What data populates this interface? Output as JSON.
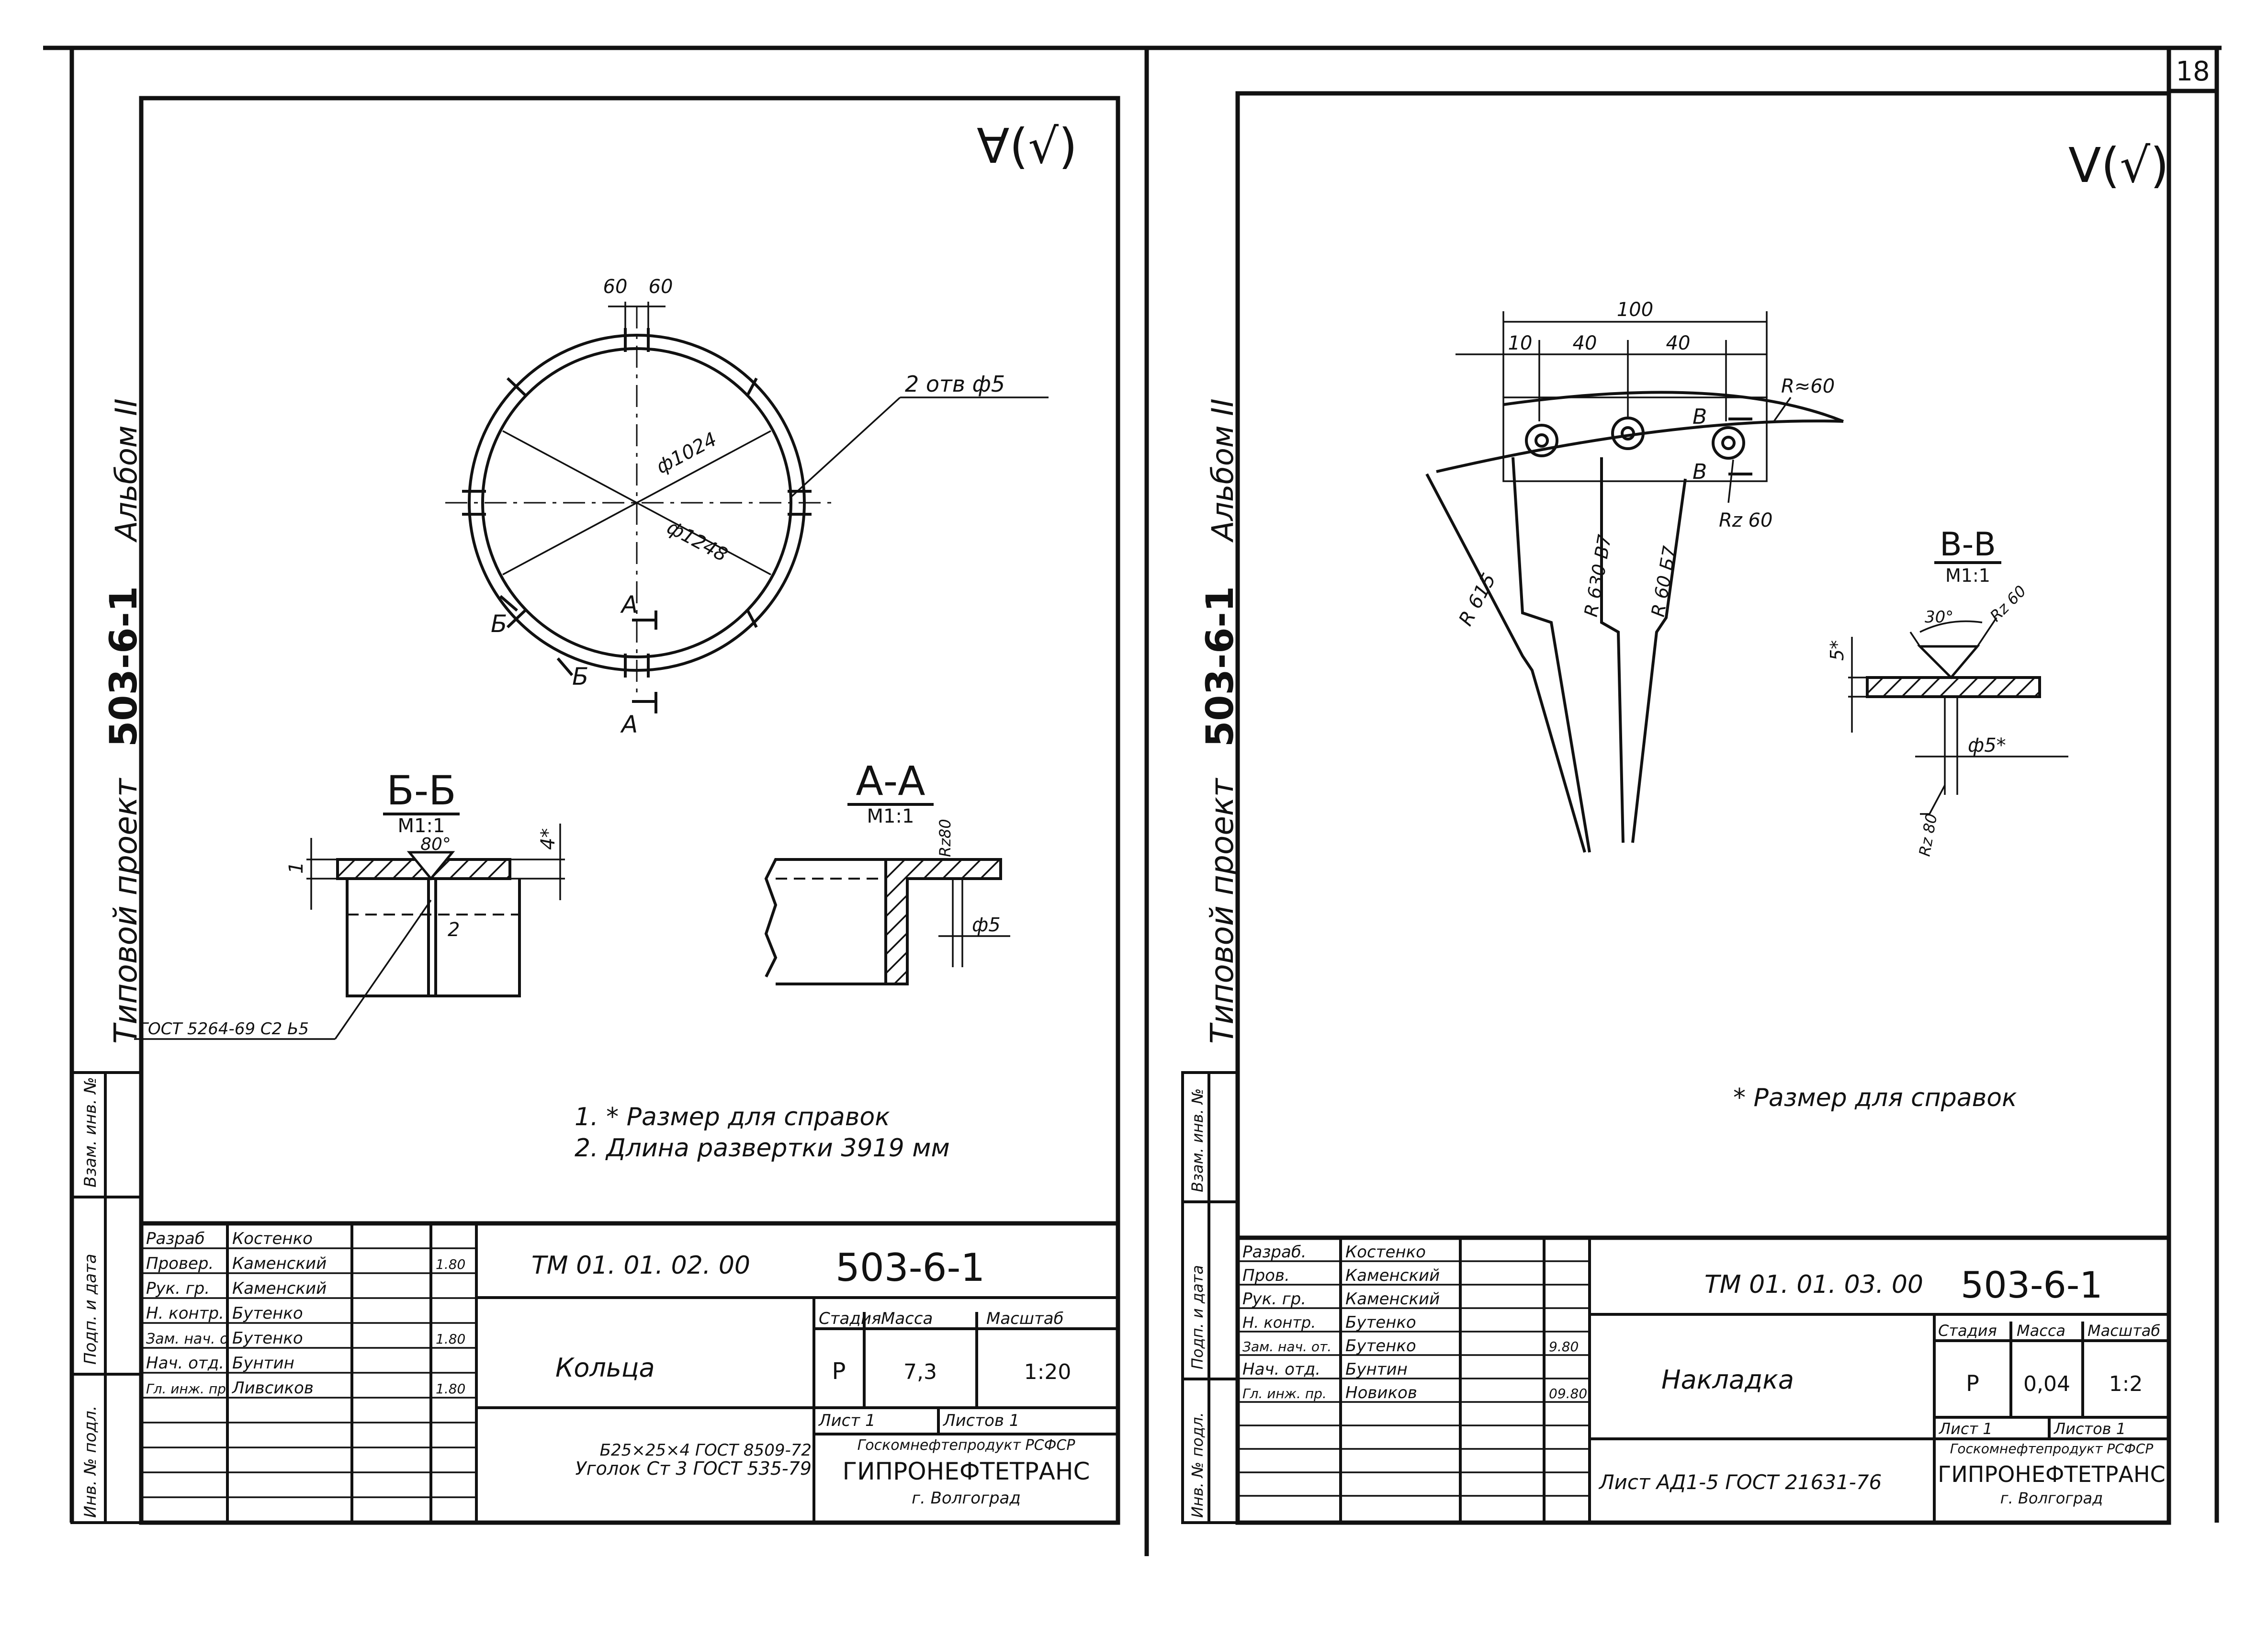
{
  "page_number": "18",
  "left_sheet": {
    "margin_label_project": "Типовой проект",
    "margin_label_code": "503-6-1",
    "margin_label_album": "Альбом II",
    "roughness_mark": "∀(√)",
    "ring_view": {
      "dim_top_left": "60",
      "dim_top_right": "60",
      "hole_note": "2 отв ф5",
      "dim_inner": "ф1024",
      "dim_outer": "ф1248",
      "cut_a": "А",
      "cut_b": "Б"
    },
    "section_bb": {
      "title": "Б-Б",
      "scale": "М1:1",
      "angle": "80°",
      "dim_right": "4*",
      "dim_gap": "2",
      "dim_left": "1",
      "weld_note": "ГОСТ 5264-69 С2 Ь5"
    },
    "section_aa": {
      "title": "А-А",
      "scale": "М1:1",
      "roughness": "Rz80",
      "dim_hole": "ф5"
    },
    "notes": [
      "1. * Размер для справок",
      "2. Длина развертки 3919 мм"
    ],
    "title_block": {
      "rows": [
        {
          "role": "Разраб",
          "name": "Костенко"
        },
        {
          "role": "Провер.",
          "name": "Каменский",
          "date": "1.80"
        },
        {
          "role": "Рук. гр.",
          "name": "Каменский"
        },
        {
          "role": "Н. контр.",
          "name": "Бутенко"
        },
        {
          "role": "Зам. нач. о",
          "name": "Бутенко",
          "date": "1.80"
        },
        {
          "role": "Нач. отд.",
          "name": "Бунтин"
        },
        {
          "role": "Гл. инж. пр.",
          "name": "Ливсиков",
          "date": "1.80"
        }
      ],
      "designation": "ТМ 01. 01. 02. 00",
      "project_code": "503-6-1",
      "part_name": "Кольца",
      "header_stage": "Стадия",
      "header_mass": "Масса",
      "header_scale": "Масштаб",
      "stage": "Р",
      "mass": "7,3",
      "scale": "1:20",
      "sheet": "Лист 1",
      "sheets": "Листов 1",
      "material_top": "Б25×25×4 ГОСТ 8509-72",
      "material_bottom": "Уголок Ст 3 ГОСТ 535-79",
      "org_ministry": "Госкомнефтепродукт РСФСР",
      "org_name": "ГИПРОНЕФТЕТРАНС",
      "org_city": "г. Волгоград"
    },
    "sidebar_labels": [
      "Взам. инв. №",
      "Подп. и дата",
      "Инв. № подл."
    ]
  },
  "right_sheet": {
    "margin_label_project": "Типовой проект",
    "margin_label_code": "503-6-1",
    "margin_label_album": "Альбом II",
    "roughness_mark": "V(√)",
    "plate_view": {
      "dim_total": "100",
      "dim_10": "10",
      "dim_40a": "40",
      "dim_40b": "40",
      "radius_top": "R≈60",
      "radius_hole": "Rz 60",
      "cut_label": "В",
      "radius_1": "R 615",
      "radius_2": "R 630 В7",
      "radius_3": "R 60 Б7"
    },
    "section_vv": {
      "title": "В-В",
      "scale": "М1:1",
      "angle": "30°",
      "roughness_top": "Rz 60",
      "dim_thickness": "5*",
      "dim_hole": "ф5*",
      "roughness_bottom": "Rz 80"
    },
    "notes": [
      "* Размер для справок"
    ],
    "title_block": {
      "rows": [
        {
          "role": "Разраб.",
          "name": "Костенко"
        },
        {
          "role": "Пров.",
          "name": "Каменский"
        },
        {
          "role": "Рук. гр.",
          "name": "Каменский"
        },
        {
          "role": "Н. контр.",
          "name": "Бутенко"
        },
        {
          "role": "Зам. нач. от.",
          "name": "Бутенко",
          "date": "9.80"
        },
        {
          "role": "Нач. отд.",
          "name": "Бунтин"
        },
        {
          "role": "Гл. инж. пр.",
          "name": "Новиков",
          "date": "09.80"
        }
      ],
      "designation": "ТМ 01. 01. 03. 00",
      "project_code": "503-6-1",
      "part_name": "Накладка",
      "header_stage": "Стадия",
      "header_mass": "Масса",
      "header_scale": "Масштаб",
      "stage": "Р",
      "mass": "0,04",
      "scale": "1:2",
      "sheet": "Лист 1",
      "sheets": "Листов 1",
      "material": "Лист АД1-5 ГОСТ 21631-76",
      "org_ministry": "Госкомнефтепродукт РСФСР",
      "org_name": "ГИПРОНЕФТЕТРАНС",
      "org_city": "г. Волгоград"
    },
    "sidebar_labels": [
      "Взам. инв. №",
      "Подп. и дата",
      "Инв. № подл."
    ]
  }
}
